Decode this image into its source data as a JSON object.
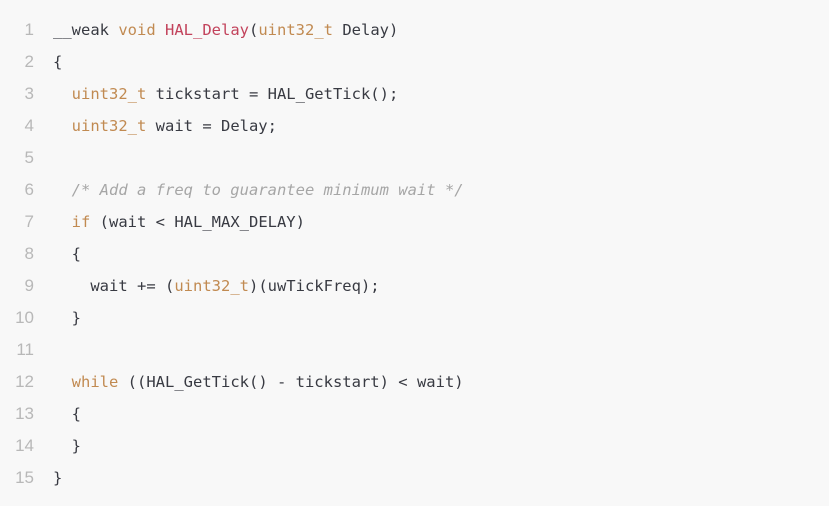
{
  "code": {
    "lines": [
      {
        "number": "1",
        "indent": "",
        "tokens": [
          {
            "text": "__weak ",
            "kind": "plain"
          },
          {
            "text": "void ",
            "kind": "kw"
          },
          {
            "text": "HAL_Delay",
            "kind": "fn"
          },
          {
            "text": "(",
            "kind": "punct"
          },
          {
            "text": "uint32_t",
            "kind": "type"
          },
          {
            "text": " Delay)",
            "kind": "plain"
          }
        ]
      },
      {
        "number": "2",
        "indent": "",
        "tokens": [
          {
            "text": "{",
            "kind": "punct"
          }
        ]
      },
      {
        "number": "3",
        "indent": "  ",
        "tokens": [
          {
            "text": "uint32_t",
            "kind": "type"
          },
          {
            "text": " tickstart = HAL_GetTick();",
            "kind": "plain"
          }
        ]
      },
      {
        "number": "4",
        "indent": "  ",
        "tokens": [
          {
            "text": "uint32_t",
            "kind": "type"
          },
          {
            "text": " wait = Delay;",
            "kind": "plain"
          }
        ]
      },
      {
        "number": "5",
        "indent": "",
        "tokens": []
      },
      {
        "number": "6",
        "indent": "  ",
        "tokens": [
          {
            "text": "/* Add a freq to guarantee minimum wait */",
            "kind": "comment"
          }
        ]
      },
      {
        "number": "7",
        "indent": "  ",
        "tokens": [
          {
            "text": "if",
            "kind": "kw"
          },
          {
            "text": " (wait < HAL_MAX_DELAY)",
            "kind": "plain"
          }
        ]
      },
      {
        "number": "8",
        "indent": "  ",
        "tokens": [
          {
            "text": "{",
            "kind": "punct"
          }
        ]
      },
      {
        "number": "9",
        "indent": "    ",
        "tokens": [
          {
            "text": "wait += (",
            "kind": "plain"
          },
          {
            "text": "uint32_t",
            "kind": "type"
          },
          {
            "text": ")(uwTickFreq);",
            "kind": "plain"
          }
        ]
      },
      {
        "number": "10",
        "indent": "  ",
        "tokens": [
          {
            "text": "}",
            "kind": "punct"
          }
        ]
      },
      {
        "number": "11",
        "indent": "",
        "tokens": []
      },
      {
        "number": "12",
        "indent": "  ",
        "tokens": [
          {
            "text": "while",
            "kind": "kw"
          },
          {
            "text": " ((HAL_GetTick() - tickstart) < wait)",
            "kind": "plain"
          }
        ]
      },
      {
        "number": "13",
        "indent": "  ",
        "tokens": [
          {
            "text": "{",
            "kind": "punct"
          }
        ]
      },
      {
        "number": "14",
        "indent": "  ",
        "tokens": [
          {
            "text": "}",
            "kind": "punct"
          }
        ]
      },
      {
        "number": "15",
        "indent": "",
        "tokens": [
          {
            "text": "}",
            "kind": "punct"
          }
        ]
      }
    ]
  },
  "theme": {
    "background": "#f8f8f8",
    "line_number_color": "#b8b8b8",
    "keyword_color": "#c18a51",
    "function_color": "#c2425b",
    "comment_color": "#a6a6a6",
    "text_color": "#383a42"
  }
}
